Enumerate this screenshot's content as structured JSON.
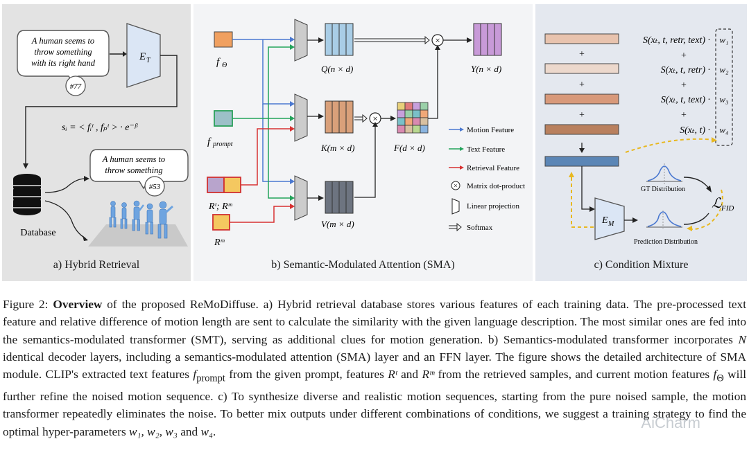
{
  "panels": {
    "a": {
      "title": "a) Hybrid Retrieval",
      "bubble1": [
        "A human seems to",
        "throw something",
        "with its right hand"
      ],
      "badge1": "#77",
      "encoder": "E",
      "encoder_sub": "T",
      "similarity": "sᵢ = < fᵢᵗ , fₚᵗ > · e⁻ᵝ",
      "database_label": "Database",
      "bubble2": [
        "A human seems to",
        "throw something"
      ],
      "badge2": "#53"
    },
    "b": {
      "title": "b) Semantic-Modulated Attention (SMA)",
      "inputs": {
        "f_theta": "f",
        "f_theta_sub": "Θ",
        "f_prompt": "f",
        "f_prompt_sub": "prompt",
        "r_both": "Rᵗ; Rᵐ",
        "r_m": "Rᵐ"
      },
      "matrices": {
        "q": "Q(n × d)",
        "k": "K(m × d)",
        "v": "V(m × d)",
        "f": "F(d × d)",
        "y": "Y(n × d)"
      },
      "legend": [
        {
          "label": "Motion Feature",
          "color": "#4a78d0"
        },
        {
          "label": "Text Feature",
          "color": "#22a35a"
        },
        {
          "label": "Retrieval Feature",
          "color": "#d83030"
        },
        {
          "label": "Matrix dot-product"
        },
        {
          "label": "Linear projection"
        },
        {
          "label": "Softmax"
        }
      ]
    },
    "c": {
      "title": "c) Condition Mixture",
      "terms": [
        {
          "expr": "S(xₜ, t, retr, text) ·",
          "weight": "w₁"
        },
        {
          "expr": "S(xₜ, t, retr) ·",
          "weight": "w₂"
        },
        {
          "expr": "S(xₜ, t, text) ·",
          "weight": "w₃"
        },
        {
          "expr": "S(xₜ, t) ·",
          "weight": "w₄"
        }
      ],
      "plus": "+",
      "encoder": "E",
      "encoder_sub": "M",
      "gt_dist": "GT Distribution",
      "pred_dist": "Prediction Distribution",
      "loss": "ℒ",
      "loss_sub": "FID"
    }
  },
  "caption": {
    "label": "Figure 2:",
    "bold": "Overview",
    "text1": " of the proposed ReMoDiffuse. a) Hybrid retrieval database stores various features of each training data. The pre-processed text feature and relative difference of motion length are sent to calculate the similarity with the given language description. The most similar ones are fed into the semantics-modulated transformer (SMT), serving as additional clues for motion generation. b) Semantics-modulated transformer incorporates ",
    "n": "N",
    "text2": " identical decoder layers, including a semantics-modulated attention (SMA) layer and an FFN layer. The figure shows the detailed architecture of SMA module. CLIP's extracted text features ",
    "fprompt": "f",
    "fprompt_sub": "prompt",
    "text3": " from the given prompt, features ",
    "rt": "Rᵗ",
    "text4": " and ",
    "rm": "Rᵐ",
    "text5": " from the retrieved samples, and current motion features ",
    "ftheta": "f",
    "ftheta_sub": "Θ",
    "text6": " will further refine the noised motion sequence. c) To synthesize diverse and realistic motion sequences, starting from the pure noised sample, the motion transformer repeatedly eliminates the noise. To better mix outputs under different combinations of conditions, we suggest a training strategy to find the optimal hyper-parameters ",
    "w": "w₁, w₂, w₃",
    "text7": " and ",
    "w4": "w₄",
    "text8": "."
  },
  "watermark": "AiCharm"
}
